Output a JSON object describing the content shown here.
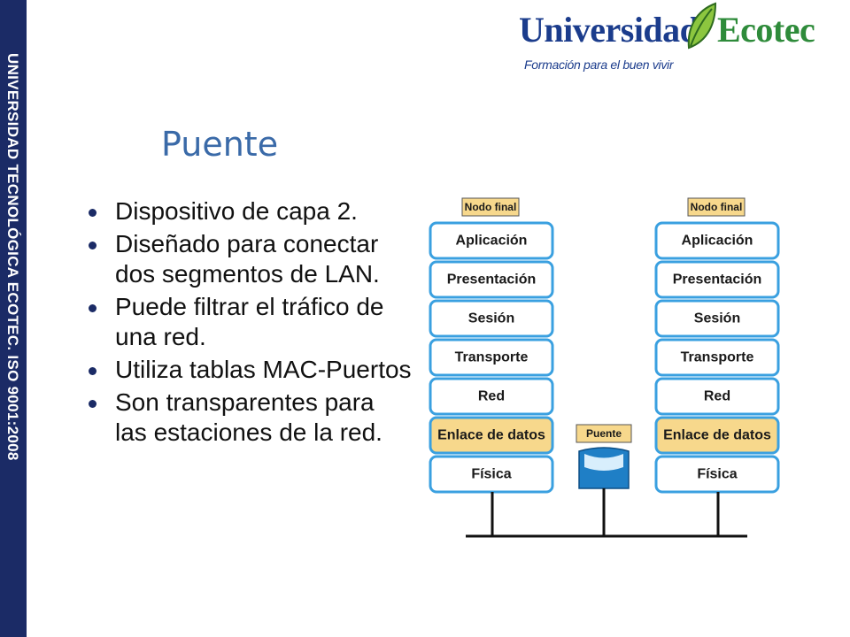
{
  "sidebar": {
    "text": "UNIVERSIDAD TECNOLÓGICA ECOTEC. ISO 9001:2008"
  },
  "logo": {
    "part1": "Universidad",
    "part2": "Ecotec",
    "tagline": "Formación para el buen vivir"
  },
  "title": "Puente",
  "bullets": [
    "Dispositivo de capa 2.",
    "Diseñado para conectar dos segmentos de LAN.",
    "Puede filtrar el tráfico de una red.",
    "Utiliza tablas MAC-Puertos",
    "Son transparentes para las estaciones de la red."
  ],
  "diagram": {
    "end_node_label": "Nodo final",
    "bridge_label": "Puente",
    "layers": [
      "Aplicación",
      "Presentación",
      "Sesión",
      "Transporte",
      "Red",
      "Enlace de datos",
      "Física"
    ],
    "highlight_layer": "Enlace de datos",
    "colors": {
      "layer_border": "#3aa0e0",
      "layer_fill": "#ffffff",
      "highlight_fill": "#f7d88c",
      "label_fill": "#f7d88c",
      "bridge": "#1f7fc6",
      "line": "#111111"
    }
  }
}
